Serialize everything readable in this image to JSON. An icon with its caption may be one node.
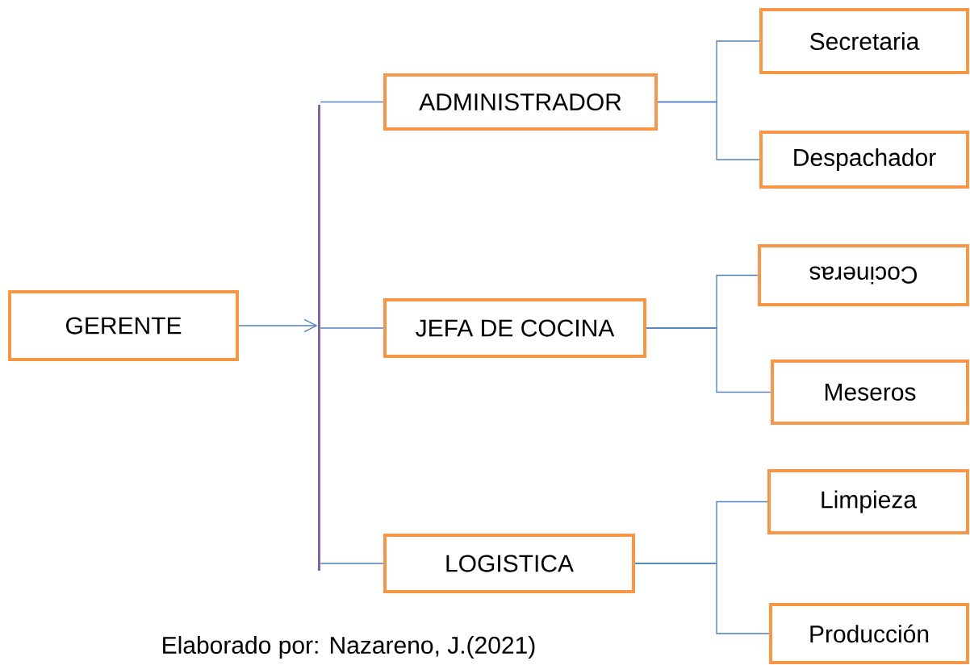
{
  "diagram": {
    "caption": "Elaborado por: Nazareno, J.(2021)",
    "nodes": [
      {
        "text": [
          "GERENTE"
        ]
      },
      {
        "text": [],
        "shape": "bar"
      },
      {
        "text": [
          "ADMINISTRADOR"
        ]
      },
      {
        "text": [
          "JEFA DE COCINA"
        ]
      },
      {
        "text": [
          "LOGISTICA"
        ]
      },
      {
        "text": [
          "Secretaria"
        ]
      },
      {
        "text": [
          "Despachador"
        ]
      },
      {
        "text": [
          "Cocineras"
        ]
      },
      {
        "text": [
          "Meseros"
        ]
      },
      {
        "text": [
          "Limpieza"
        ]
      },
      {
        "text": [
          "Producción"
        ]
      }
    ],
    "edges": [
      {
        "from": 0,
        "to": 1,
        "arrow": "to"
      },
      {
        "from": 1,
        "to": 2,
        "arrow": "none"
      },
      {
        "from": 1,
        "to": 3,
        "arrow": "none"
      },
      {
        "from": 1,
        "to": 4,
        "arrow": "none"
      },
      {
        "from": 2,
        "to": 5,
        "arrow": "none"
      },
      {
        "from": 2,
        "to": 6,
        "arrow": "none"
      },
      {
        "from": 3,
        "to": 7,
        "arrow": "none"
      },
      {
        "from": 3,
        "to": 8,
        "arrow": "none"
      },
      {
        "from": 4,
        "to": 9,
        "arrow": "none"
      },
      {
        "from": 4,
        "to": 10,
        "arrow": "none"
      }
    ]
  }
}
